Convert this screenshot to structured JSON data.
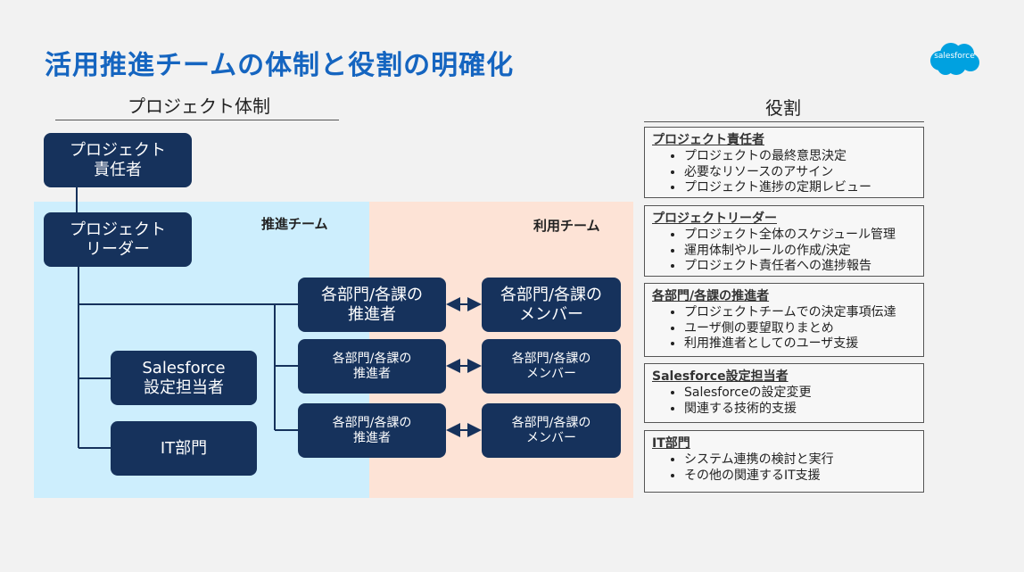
{
  "title": "活用推進チームの体制と役割の明確化",
  "logo": "salesforce",
  "structure": {
    "header": "プロジェクト体制",
    "zones": {
      "promotion": "推進チーム",
      "usage": "利用チーム"
    },
    "boxes": {
      "owner": "プロジェクト\n責任者",
      "leader": "プロジェクト\nリーダー",
      "sf_admin": "Salesforce\n設定担当者",
      "it": "IT部門",
      "promoters": [
        "各部門/各課の\n推進者",
        "各部門/各課の\n推進者",
        "各部門/各課の\n推進者"
      ],
      "members": [
        "各部門/各課の\nメンバー",
        "各部門/各課の\nメンバー",
        "各部門/各課の\nメンバー"
      ]
    }
  },
  "roles": {
    "header": "役割",
    "items": [
      {
        "title": "プロジェクト責任者",
        "bullets": [
          "プロジェクトの最終意思決定",
          "必要なリソースのアサイン",
          "プロジェクト進捗の定期レビュー"
        ]
      },
      {
        "title": "プロジェクトリーダー",
        "bullets": [
          "プロジェクト全体のスケジュール管理",
          "運用体制やルールの作成/決定",
          "プロジェクト責任者への進捗報告"
        ]
      },
      {
        "title": "各部門/各課の推進者",
        "bullets": [
          "プロジェクトチームでの決定事項伝達",
          "ユーザ側の要望取りまとめ",
          "利用推進者としてのユーザ支援"
        ]
      },
      {
        "title": "Salesforce設定担当者",
        "bullets": [
          "Salesforceの設定変更",
          "関連する技術的支援"
        ]
      },
      {
        "title": "IT部門",
        "bullets": [
          "システム連携の検討と実行",
          "その他の関連するIT支援"
        ]
      }
    ]
  }
}
